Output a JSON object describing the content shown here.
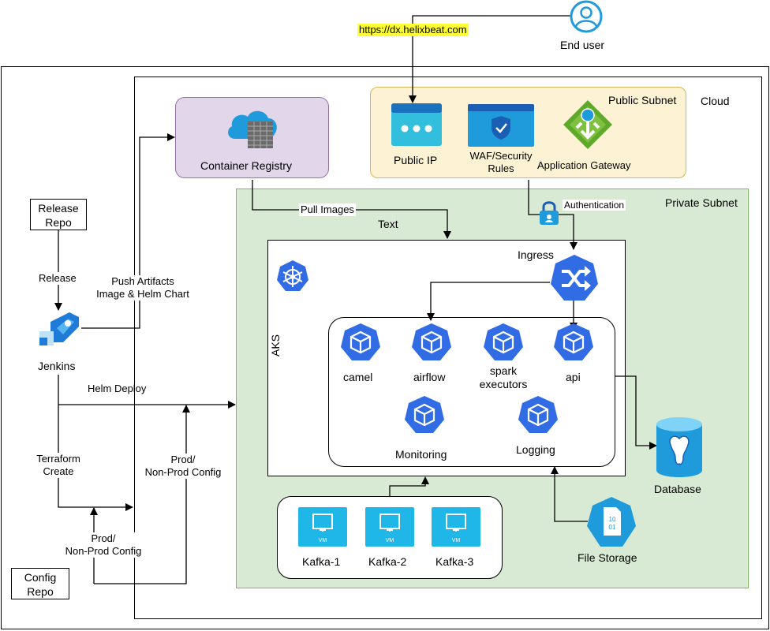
{
  "url_label": "https://dx.helixbeat.com",
  "end_user": {
    "label": "End user"
  },
  "cloud": {
    "label": "Cloud"
  },
  "public_subnet": {
    "label": "Public Subnet",
    "public_ip": "Public IP",
    "waf_line1": "WAF/Security",
    "waf_line2": "Rules",
    "app_gateway": "Application Gateway"
  },
  "private_subnet": {
    "label": "Private Subnet"
  },
  "container_registry": {
    "label": "Container Registry"
  },
  "pull_images": "Pull Images",
  "authentication": "Authentication",
  "text_label": "Text",
  "aks": {
    "label": "AKS",
    "ingress": "Ingress",
    "services": [
      "camel",
      "airflow",
      "spark",
      "executors",
      "api",
      "Monitoring",
      "Logging"
    ]
  },
  "kafka": [
    "Kafka-1",
    "Kafka-2",
    "Kafka-3"
  ],
  "vm_badge": "VM",
  "database": "Database",
  "file_storage": "File Storage",
  "file_icon_bits": [
    "10",
    "01"
  ],
  "release_repo": {
    "line1": "Release",
    "line2": "Repo"
  },
  "release_edge": "Release",
  "push_artifacts": {
    "line1": "Push Artifacts",
    "line2": "Image & Helm Chart"
  },
  "jenkins": "Jenkins",
  "helm_deploy": "Helm Deploy",
  "terraform": {
    "line1": "Terraform",
    "line2": "Create"
  },
  "prod_config_right": {
    "line1": "Prod/",
    "line2": "Non-Prod Config"
  },
  "prod_config_bottom": {
    "line1": "Prod/",
    "line2": "Non-Prod Config"
  },
  "config_repo": {
    "line1": "Config",
    "line2": "Repo"
  },
  "colors": {
    "public_subnet_fill": "#fdf3d4",
    "public_subnet_border": "#d6b656",
    "private_subnet_fill": "#d8ead4",
    "private_subnet_border": "#82b366",
    "registry_fill": "#e2d6ea",
    "registry_border": "#9673a6",
    "k8s_blue": "#326ce5",
    "azure_blue": "#1f9bdc",
    "url_highlight": "#ffff33"
  }
}
